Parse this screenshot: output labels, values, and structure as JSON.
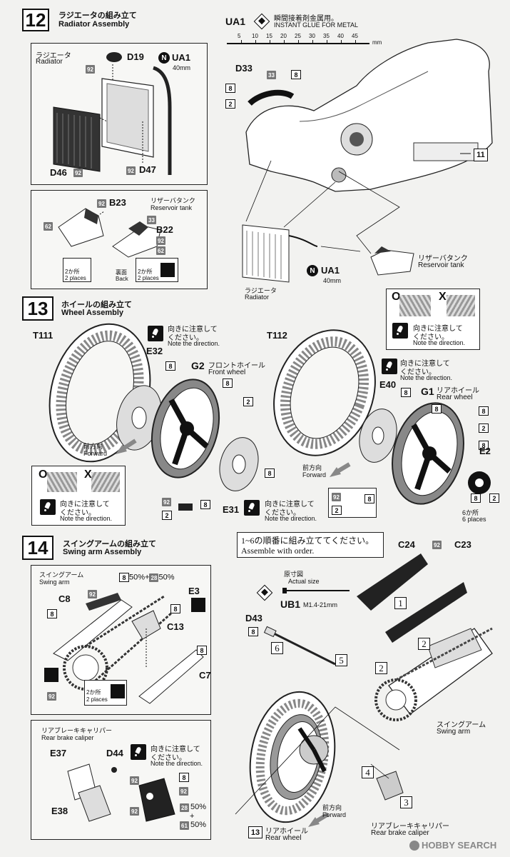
{
  "step12": {
    "num": "12",
    "title_jp": "ラジエータの組み立て",
    "title_en": "Radiator Assembly",
    "glue": {
      "code": "UA1",
      "jp": "瞬間接着剤金属用。",
      "en": "INSTANT GLUE  FOR METAL",
      "scale_ticks": [
        "5",
        "10",
        "15",
        "20",
        "25",
        "30",
        "35",
        "40",
        "45"
      ],
      "unit": "mm"
    },
    "radiator_box": {
      "label_jp": "ラジエータ",
      "label_en": "Radiator",
      "parts": {
        "d19": "D19",
        "d46": "D46",
        "d47": "D47",
        "ua1": "UA1",
        "n": "N",
        "len": "40mm"
      },
      "badges": {
        "b92a": "92",
        "b92b": "92",
        "b92c": "92"
      }
    },
    "reservoir_box": {
      "label_jp": "リザーバタンク",
      "label_en": "Reservoir tank",
      "parts": {
        "b23": "B23",
        "b22": "B22"
      },
      "badges": {
        "b92": "92",
        "b62a": "62",
        "b33": "33",
        "b92b": "92",
        "b62b": "62"
      },
      "two_places": "2か所",
      "two_places_en": "2 places",
      "back_jp": "裏面",
      "back_en": "Back"
    },
    "main": {
      "d33": "D33",
      "b33": "33",
      "b8a": "8",
      "b8b": "8",
      "b2": "2",
      "ref11": "11",
      "radiator_jp": "ラジエータ",
      "radiator_en": "Radiator",
      "reservoir_jp": "リザーバタンク",
      "reservoir_en": "Reservoir tank",
      "ua1": "UA1",
      "n": "N",
      "len": "40mm"
    }
  },
  "step13": {
    "num": "13",
    "title_jp": "ホイールの組み立て",
    "title_en": "Wheel Assembly",
    "front": {
      "t111": "T111",
      "e32": "E32",
      "g2": "G2",
      "front_wheel_jp": "フロントホイール",
      "front_wheel_en": "Front wheel",
      "forward_jp": "前方向",
      "forward_en": "Forward",
      "e31": "E31",
      "b8a": "8",
      "b8b": "8",
      "b2": "2",
      "b8c": "8",
      "b92": "92",
      "b8d": "8",
      "b2b": "2"
    },
    "rear": {
      "t112": "T112",
      "e40": "E40",
      "g1": "G1",
      "rear_wheel_jp": "リアホイール",
      "rear_wheel_en": "Rear wheel",
      "forward_jp": "前方向",
      "forward_en": "Forward",
      "e2": "E2",
      "six_jp": "6か所",
      "six_en": "6 places",
      "b8a": "8",
      "b8b": "8",
      "b2a": "2",
      "b8c": "8",
      "b2b": "2",
      "b8d": "8",
      "b8e": "8",
      "b92": "92",
      "b8f": "8",
      "b2c": "2"
    },
    "note_jp": "向きに注意して",
    "note_jp2": "ください。",
    "note_en": "Note the direction.",
    "ok": "O",
    "ng": "X"
  },
  "step14": {
    "num": "14",
    "title_jp": "スイングアームの組み立て",
    "title_en": "Swing arm Assembly",
    "order_jp": "1~6の順番に組み立ててください。",
    "order_en": "Assemble with order.",
    "swing_box": {
      "label_jp": "スイングアーム",
      "label_en": "Swing arm",
      "c8": "C8",
      "e3": "E3",
      "c13": "C13",
      "c7": "C7",
      "mix_a": "8",
      "mix_a_pct": "50%",
      "mix_plus": "+",
      "mix_b": "28",
      "mix_b_pct": "50%",
      "two_jp": "2か所",
      "two_en": "2 places",
      "badges": {
        "b8a": "8",
        "b92a": "92",
        "b8b": "8",
        "b8c": "8",
        "b92b": "92"
      }
    },
    "caliper_box": {
      "label_jp": "リアブレーキキャリパー",
      "label_en": "Rear brake caliper",
      "e37": "E37",
      "e38": "E38",
      "d44": "D44",
      "badges": {
        "b8": "8",
        "b92a": "92",
        "b92b": "92",
        "b92c": "92",
        "b28": "28",
        "b61": "61"
      },
      "pct_a": "50%",
      "plus": "+",
      "pct_b": "50%"
    },
    "main": {
      "actual_jp": "原寸図",
      "actual_en": "Actual size",
      "ub1": "UB1",
      "ub1_spec": "M1.4-21mm",
      "d43": "D43",
      "b8": "8",
      "c24": "C24",
      "c23": "C23",
      "b92": "92",
      "swing_jp": "スイングアーム",
      "swing_en": "Swing arm",
      "rear_wheel_jp": "リアホイール",
      "rear_wheel_en": "Rear wheel",
      "forward_jp": "前方向",
      "forward_en": "Forward",
      "caliper_jp": "リアブレーキキャリパー",
      "caliper_en": "Rear brake caliper",
      "ref13": "13",
      "ord1": "1",
      "ord2a": "2",
      "ord2b": "2",
      "ord3": "3",
      "ord4": "4",
      "ord5": "5",
      "ord6": "6"
    }
  },
  "watermark": "HOBBY SEARCH"
}
